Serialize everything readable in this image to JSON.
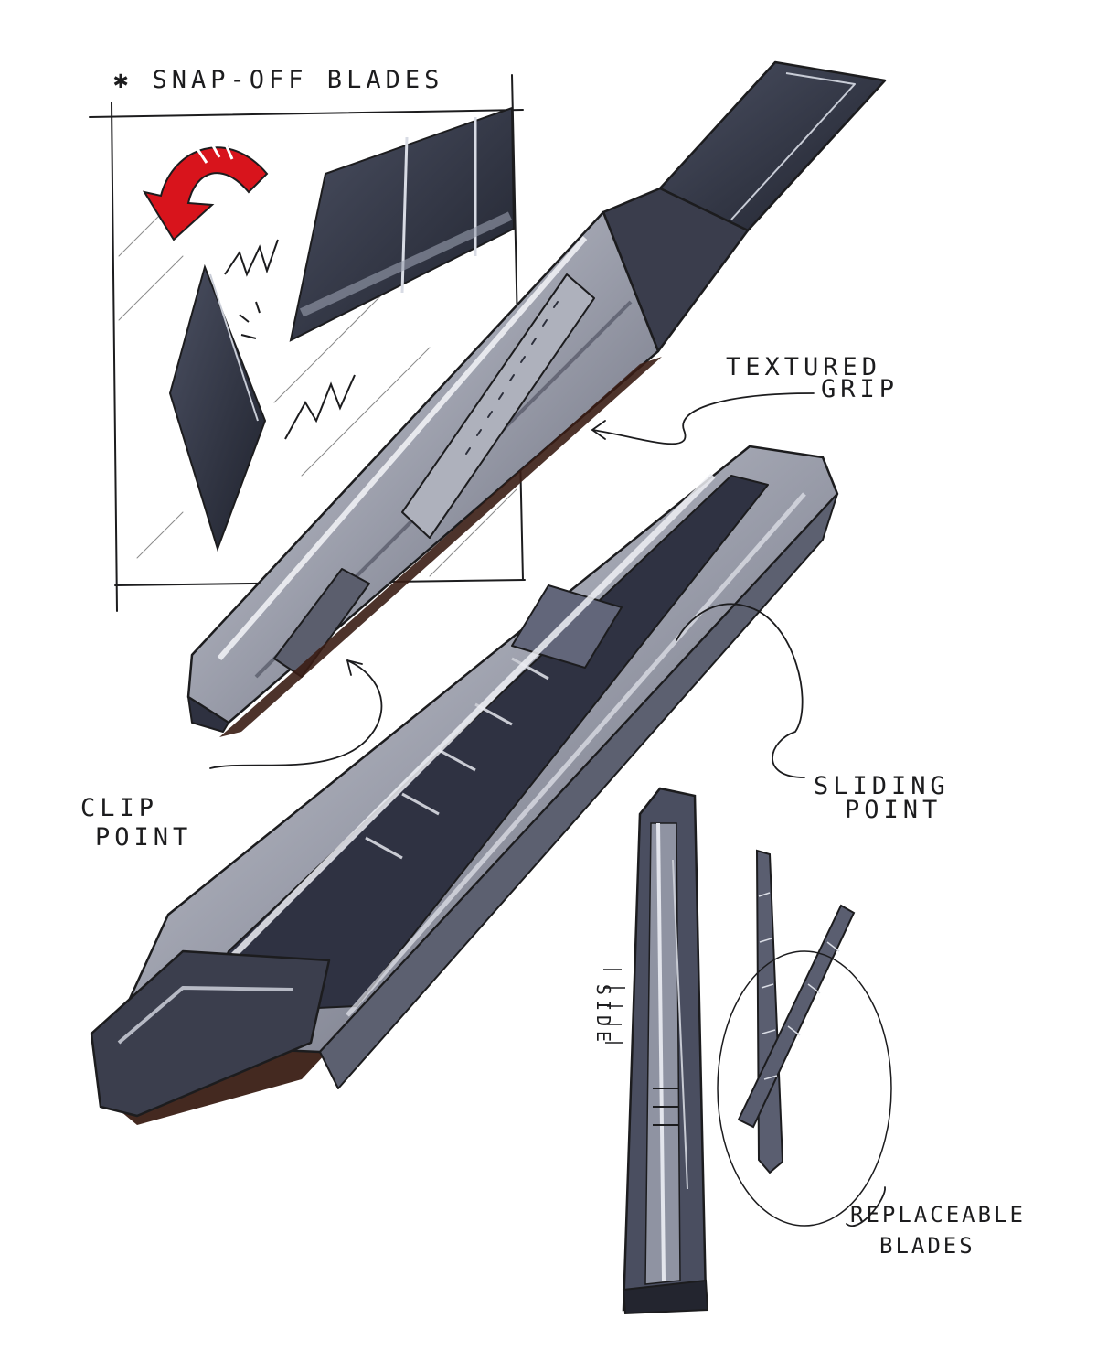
{
  "sketch": {
    "inset_title": "✱ SNAP-OFF BLADES",
    "labels": {
      "textured_grip_line1": "TEXTURED",
      "textured_grip_line2": "GRIP",
      "clip_point_line1": "CLIP",
      "clip_point_line2": "POINT",
      "sliding_point_line1": "SLIDING",
      "sliding_point_line2": "POINT",
      "side_view": "SIDE",
      "replaceable_blades_line1": "REPLACEABLE",
      "replaceable_blades_line2": "BLADES"
    },
    "colors": {
      "ink": "#1c1c1e",
      "body_grey": "#8c8f9b",
      "body_light": "#c9cbd3",
      "blade_dark": "#2e3140",
      "accent_red": "#d8141c",
      "shadow_brown": "#3a1d14"
    }
  }
}
